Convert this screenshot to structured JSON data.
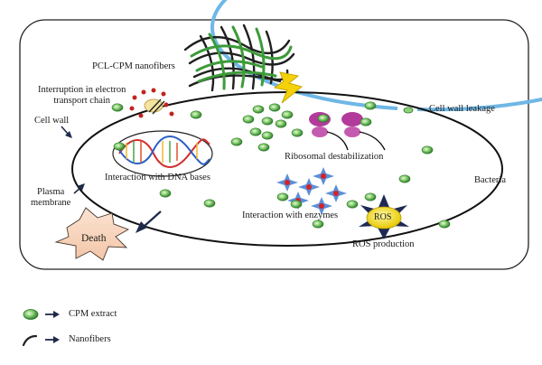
{
  "diagram": {
    "labels": {
      "nanofibers_title": "PCL-CPM nanofibers",
      "interruption": "Interruption in electron\ntransport chain",
      "cell_wall": "Cell wall",
      "plasma_membrane": "Plasma\nmembrane",
      "cell_wall_leakage": "Cell wall leakage",
      "ribosomal": "Ribosomal destabilization",
      "dna": "Interaction with DNA bases",
      "bacteria": "Bacteria",
      "enzymes": "Interaction with enzymes",
      "ros": "ROS",
      "ros_production": "ROS production",
      "death": "Death"
    }
  },
  "legend": {
    "items": [
      {
        "label": "CPM extract",
        "icon": "green-bead-icon"
      },
      {
        "label": "Nanofibers",
        "icon": "fiber-curve-icon"
      }
    ]
  },
  "colors": {
    "outer_border": "#222222",
    "cell_wall": "#6fb7e6",
    "membrane": "#111111",
    "bead": "#3e9a3a",
    "ribosome": "#b23a9a",
    "lightning": "#f5d10a",
    "death_fill": "#f6d3bd",
    "ros_fill": "#f2e400",
    "enzyme_red": "#d2232a",
    "enzyme_blue": "#5b8fd8",
    "etc_dots": "#c0241e"
  }
}
